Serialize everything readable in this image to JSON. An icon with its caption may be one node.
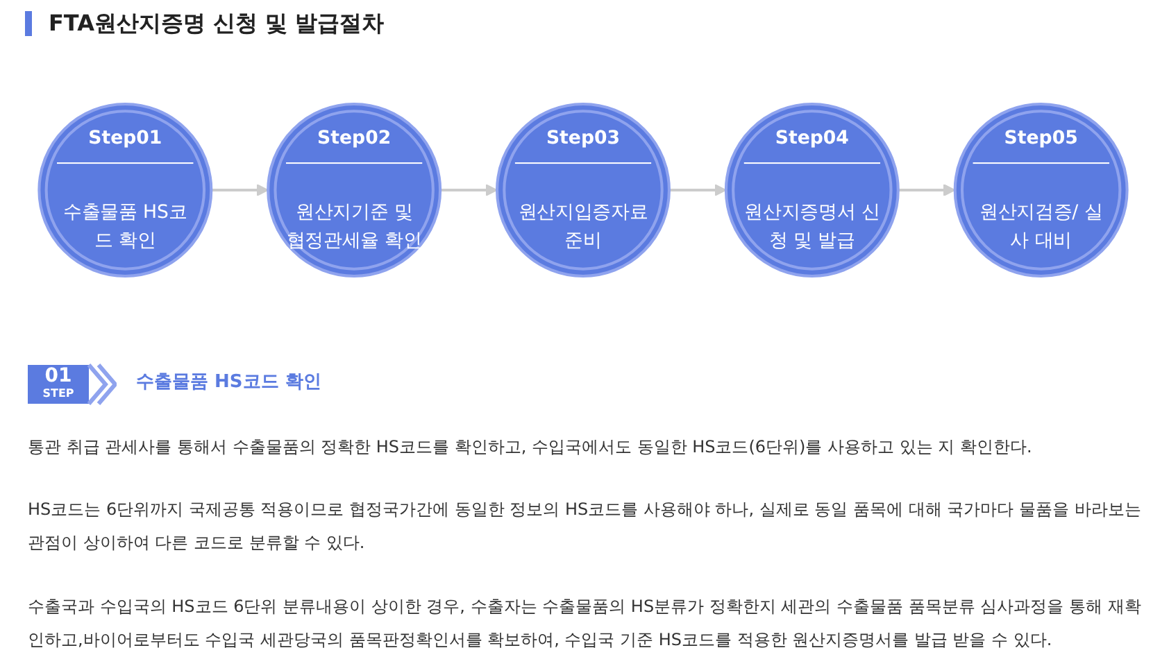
{
  "diagram": {
    "title": "FTA원산지증명 신청 및 발급절차",
    "nodes": [
      {
        "text": [
          "Step01",
          "수출물품 HS코드 확인"
        ]
      },
      {
        "text": [
          "Step02",
          "원산지기준 및 협정관세율 확인"
        ]
      },
      {
        "text": [
          "Step03",
          "원산지입증자료 준비"
        ]
      },
      {
        "text": [
          "Step04",
          "원산지증명서 신청 및 발급"
        ]
      },
      {
        "text": [
          "Step05",
          "원산지검증/ 실사 대비"
        ]
      }
    ],
    "edges": [
      {
        "from": 0,
        "to": 1,
        "arrow": "to"
      },
      {
        "from": 1,
        "to": 2,
        "arrow": "to"
      },
      {
        "from": 2,
        "to": 3,
        "arrow": "to"
      },
      {
        "from": 3,
        "to": 4,
        "arrow": "to"
      }
    ],
    "labels": [
      "01",
      "STEP",
      "수출물품 HS코드 확인",
      "통관 취급 관세사를 통해서 수출물품의 정확한 HS코드를 확인하고, 수입국에서도 동일한 HS코드(6단위)를 사용하고 있는 지 확인한다.",
      "HS코드는 6단위까지 국제공통 적용이므로 협정국가간에 동일한 정보의 HS코드를 사용해야 하나, 실제로 동일 품목에 대해 국가마다 물품을 바라보는 관점이 상이하여 다른 코드로 분류할 수 있다.",
      "수출국과 수입국의 HS코드 6단위 분류내용이 상이한 경우, 수출자는 수출물품의 HS분류가 정확한지 세관의 수출물품 품목분류 심사과정을 통해 재확인하고,바이어로부터도 수입국 세관당국의 품목판정확인서를 확보하여, 수입국 기준 HS코드를 적용한 원산지증명서를 발급 받을 수 있다."
    ]
  }
}
